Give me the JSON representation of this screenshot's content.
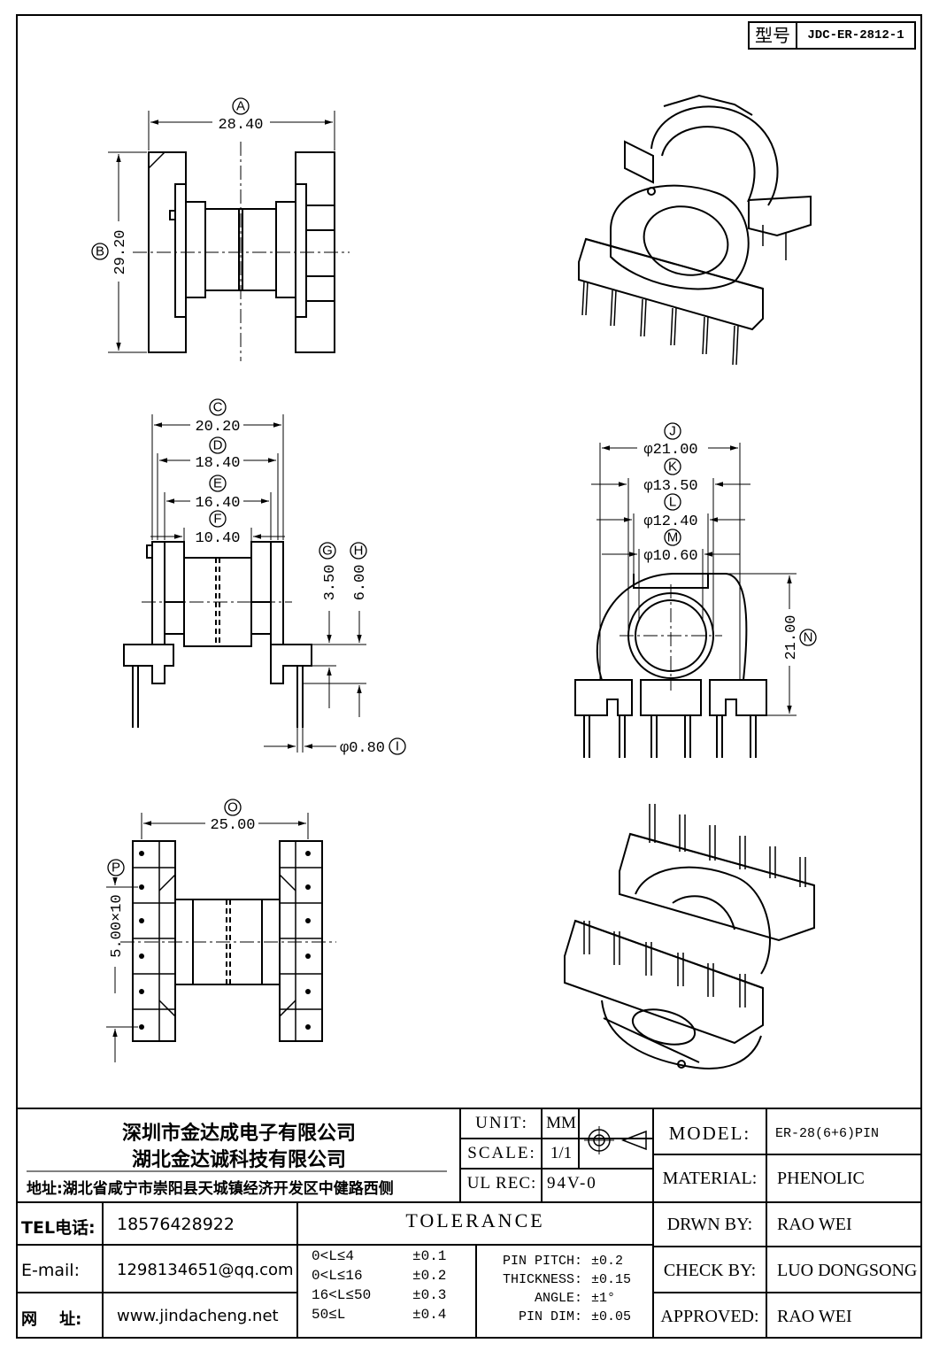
{
  "model_box": {
    "label": "型号",
    "value": "JDC-ER-2812-1"
  },
  "dimensions": {
    "A": {
      "letter": "A",
      "value": "28.40"
    },
    "B": {
      "letter": "B",
      "value": "29.20"
    },
    "C": {
      "letter": "C",
      "value": "20.20"
    },
    "D": {
      "letter": "D",
      "value": "18.40"
    },
    "E": {
      "letter": "E",
      "value": "16.40"
    },
    "F": {
      "letter": "F",
      "value": "10.40"
    },
    "G": {
      "letter": "G",
      "value": "3.50"
    },
    "H": {
      "letter": "H",
      "value": "6.00"
    },
    "I": {
      "letter": "I",
      "value": "φ0.80"
    },
    "J": {
      "letter": "J",
      "value": "φ21.00"
    },
    "K": {
      "letter": "K",
      "value": "φ13.50"
    },
    "L": {
      "letter": "L",
      "value": "φ12.40"
    },
    "M": {
      "letter": "M",
      "value": "φ10.60"
    },
    "N": {
      "letter": "N",
      "value": "21.00"
    },
    "O": {
      "letter": "O",
      "value": "25.00"
    },
    "P": {
      "letter": "P",
      "value": "5.00×10"
    }
  },
  "title_block": {
    "company_1": "深圳市金达成电子有限公司",
    "company_2": "湖北金达诚科技有限公司",
    "address": "地址:湖北省咸宁市崇阳县天城镇经济开发区中健路西侧",
    "tel_label": "TEL电话:",
    "tel_value": "18576428922",
    "email_label": "E-mail:",
    "email_value": "1298134651@qq.com",
    "web_label": "网    址:",
    "web_value": "www.jindacheng.net",
    "unit_label": "UNIT:",
    "unit_value": "MM",
    "scale_label": "SCALE:",
    "scale_value": "1/1",
    "ulrec_label": "UL REC:",
    "ulrec_value": "94V-0",
    "tolerance_title": "TOLERANCE",
    "tolerances": [
      {
        "range": "0<L≤4",
        "value": "±0.1"
      },
      {
        "range": "0<L≤16",
        "value": "±0.2"
      },
      {
        "range": "16<L≤50",
        "value": "±0.3"
      },
      {
        "range": "50≤L",
        "value": "±0.4"
      }
    ],
    "specs": [
      {
        "label": "PIN PITCH:",
        "value": "±0.2"
      },
      {
        "label": "THICKNESS:",
        "value": "±0.15"
      },
      {
        "label": "ANGLE:",
        "value": "±1°"
      },
      {
        "label": "PIN DIM:",
        "value": "±0.05"
      }
    ],
    "model_label": "MODEL:",
    "model_value": "ER-28(6+6)PIN",
    "material_label": "MATERIAL:",
    "material_value": "PHENOLIC",
    "drawn_label": "DRWN BY:",
    "drawn_value": "RAO WEI",
    "check_label": "CHECK BY:",
    "check_value": "LUO DONGSONG",
    "approved_label": "APPROVED:",
    "approved_value": "RAO WEI"
  }
}
